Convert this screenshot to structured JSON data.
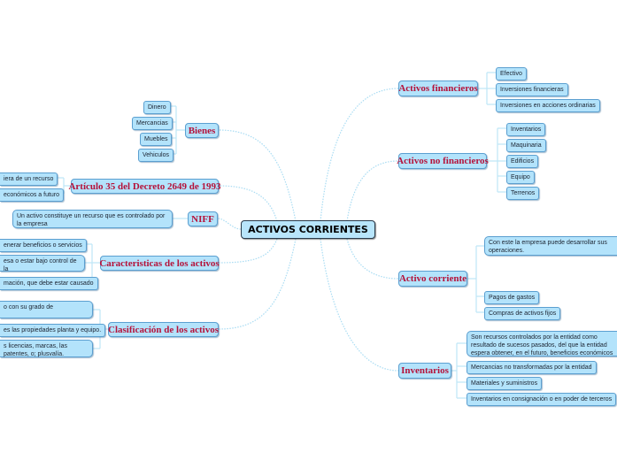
{
  "root": {
    "label": "ACTIVOS CORRIENTES"
  },
  "right_branches": [
    {
      "label": "Activos financieros",
      "children": [
        "Efectivo",
        "Inversiones financieras",
        "Inversiones en acciones ordinarias"
      ]
    },
    {
      "label": "Activos no financieros",
      "children": [
        "Inventarios",
        "Maquinaria",
        "Edificios",
        "Equipo",
        "Terrenos"
      ]
    },
    {
      "label": "Activo corriente",
      "children": [
        "Con este la empresa puede desarrollar sus operaciones.",
        "Pagos de gastos",
        "Compras de activos fijos"
      ]
    },
    {
      "label": "Inventarios",
      "children": [
        "Son recursos controlados por la entidad como resultado de sucesos pasados, del que la entidad espera obtener, en el futuro, beneficios económicos",
        "Mercancias no transformadas por la entidad",
        "Materiales y suministros",
        "Inventarios en consignación o en poder de terceros"
      ]
    }
  ],
  "left_branches": [
    {
      "label": "Bienes",
      "children": [
        "Dinero",
        "Mercancias",
        "Muebles",
        "Vehiculos"
      ]
    },
    {
      "label": "Artículo 35 del Decreto 2649 de 1993",
      "children": [
        "iera de un recurso",
        "económicos a futuro"
      ]
    },
    {
      "label": "NIFF",
      "children": [
        "Un activo constituye un recurso que es controlado por la empresa"
      ]
    },
    {
      "label": "Caracteristicas de los activos",
      "children": [
        "enerar beneficios o servicios",
        "esa o estar bajo control de la",
        "mación, que debe estar causado"
      ]
    },
    {
      "label": "Clasificación de los activos",
      "children": [
        "o con su grado de",
        "es las propiedades planta y equipo.",
        "s licencias, marcas, las patentes, o; plusvalía."
      ]
    }
  ],
  "colors": {
    "node_fill": "#b3e3fb",
    "node_border": "#5b9fd0",
    "branch_text": "#b5123a",
    "connector": "#bfe6f7"
  }
}
